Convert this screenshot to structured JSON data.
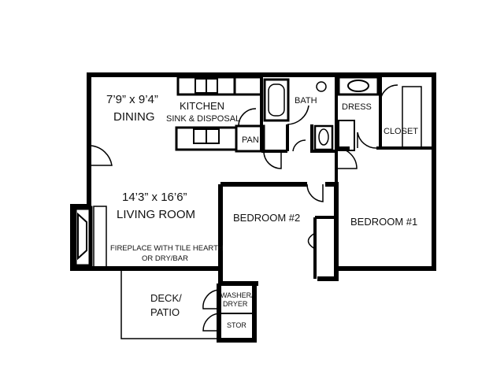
{
  "plan": {
    "dining": {
      "dims": "7’9” x  9’4”",
      "label": "DINING"
    },
    "kitchen": {
      "label": "KITCHEN",
      "sub": "SINK & DISPOSAL"
    },
    "bath": "BATH",
    "dress": "DRESS",
    "closet": "CLOSET",
    "pan": "PAN",
    "living": {
      "dims": "14’3” x 16’6”",
      "label": "LIVING ROOM"
    },
    "fireplace": {
      "line1": "FIREPLACE WITH TILE HEARTH",
      "line2": "OR DRY/BAR"
    },
    "bedroom2": "BEDROOM #2",
    "bedroom1": "BEDROOM #1",
    "deck": {
      "line1": "DECK/",
      "line2": "PATIO"
    },
    "washer": {
      "line1": "WASHER/",
      "line2": "DRYER"
    },
    "stor": "STOR"
  }
}
